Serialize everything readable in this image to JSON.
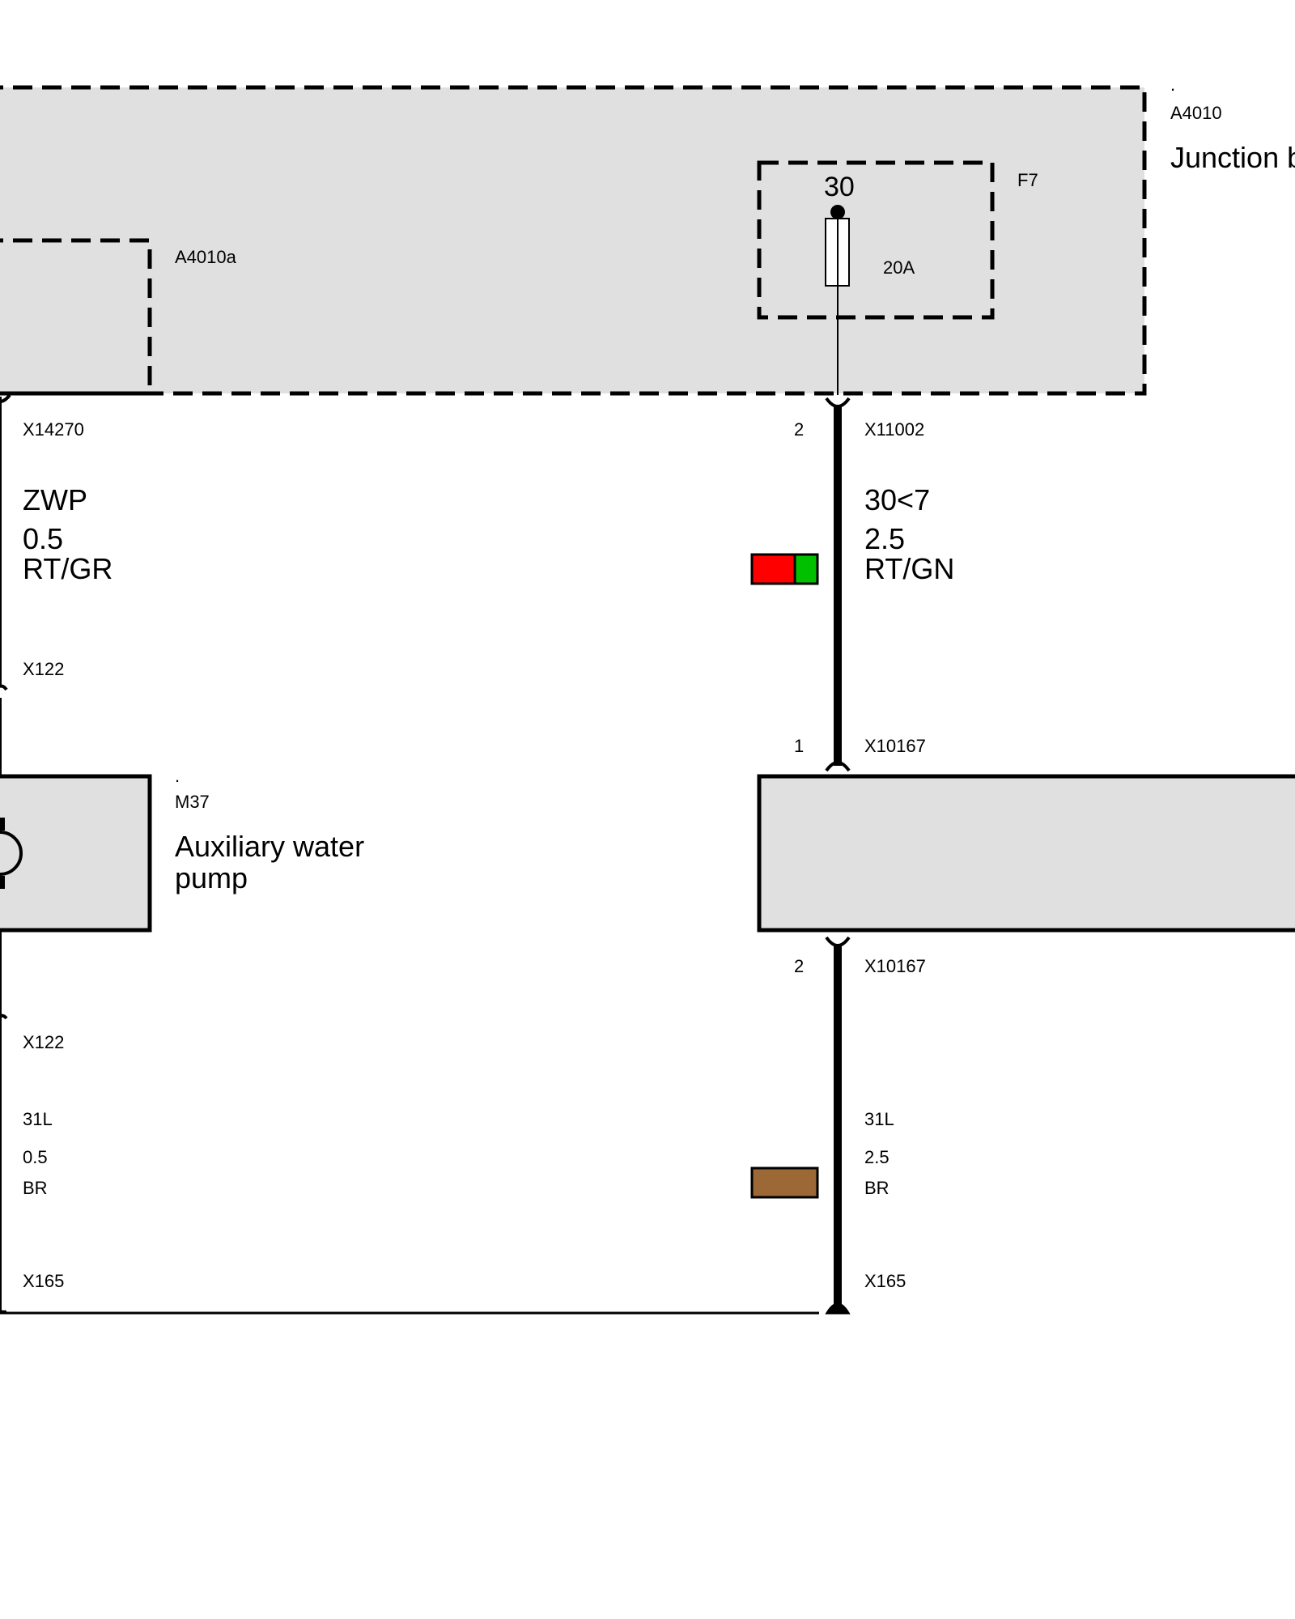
{
  "junction_box": {
    "dot": ".",
    "id": "A4010",
    "title": "Junction b",
    "sub_id": "A4010a",
    "fuse": {
      "id": "F7",
      "terminal": "30",
      "rating": "20A"
    }
  },
  "left_circuit": {
    "upper_wire": {
      "top_connector": "X14270",
      "signal": "ZWP",
      "gauge": "0.5",
      "color_code": "RT/GR",
      "bottom_connector": "X122"
    },
    "lower_wire": {
      "top_connector": "X122",
      "signal": "31L",
      "gauge": "0.5",
      "color_code": "BR",
      "bottom_connector": "X165"
    }
  },
  "pump": {
    "dot": ".",
    "id": "M37",
    "name_line1": "Auxiliary water",
    "name_line2": "pump"
  },
  "right_circuit": {
    "upper_wire": {
      "pin_top": "2",
      "top_connector": "X11002",
      "signal": "30<7",
      "gauge": "2.5",
      "color_code": "RT/GN",
      "pin_bottom": "1",
      "bottom_connector": "X10167",
      "colors": [
        "#ff0000",
        "#00c000"
      ]
    },
    "lower_wire": {
      "pin_top": "2",
      "top_connector": "X10167",
      "signal": "31L",
      "gauge": "2.5",
      "color_code": "BR",
      "bottom_connector": "X165",
      "colors": [
        "#9b6836"
      ]
    }
  },
  "colors": {
    "box_fill": "#e0e0e0",
    "red": "#ff0000",
    "green": "#00c000",
    "brown": "#9b6836"
  }
}
